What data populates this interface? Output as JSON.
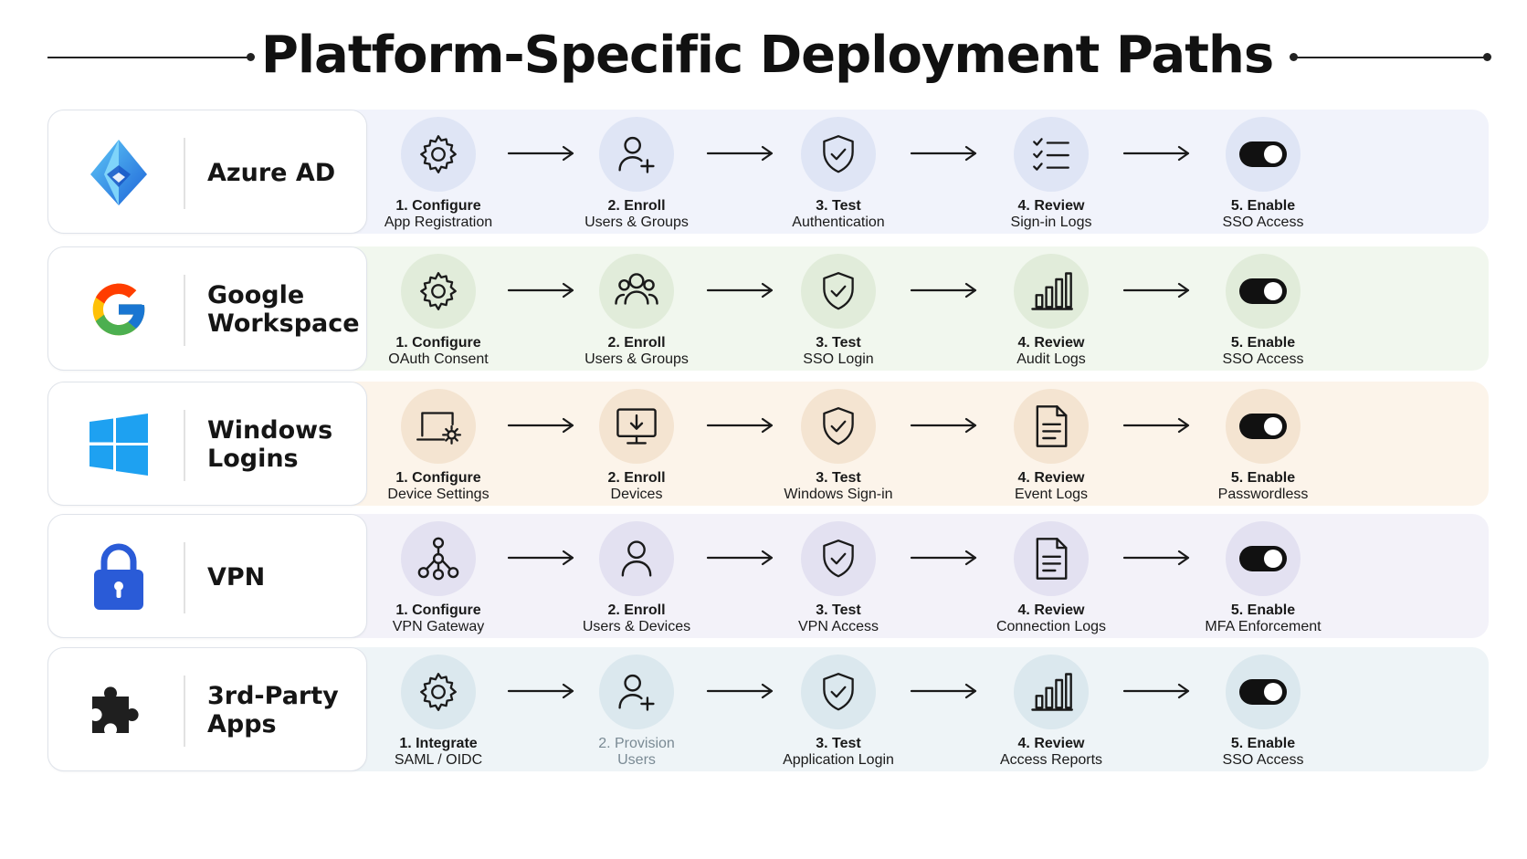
{
  "title": "Platform-Specific Deployment Paths",
  "rows": [
    {
      "platform": "Azure AD",
      "logo": "azure-ad-logo",
      "bg": "#f1f3fb",
      "circle": "#dfe5f5",
      "steps": [
        {
          "title": "1. Configure",
          "sub": "App Registration",
          "icon": "gear-icon"
        },
        {
          "title": "2. Enroll",
          "sub": "Users & Groups",
          "icon": "user-add-icon"
        },
        {
          "title": "3. Test",
          "sub": "Authentication",
          "icon": "shield-check-icon"
        },
        {
          "title": "4. Review",
          "sub": "Sign-in Logs",
          "icon": "checklist-icon"
        },
        {
          "title": "5. Enable",
          "sub": "SSO Access",
          "icon": "toggle-icon"
        }
      ]
    },
    {
      "platform": "Google\nWorkspace",
      "logo": "google-logo",
      "bg": "#f1f7ee",
      "circle": "#e1ecda",
      "steps": [
        {
          "title": "1. Configure",
          "sub": "OAuth Consent",
          "icon": "gear-icon"
        },
        {
          "title": "2. Enroll",
          "sub": "Users & Groups",
          "icon": "users-icon"
        },
        {
          "title": "3. Test",
          "sub": "SSO Login",
          "icon": "shield-check-icon"
        },
        {
          "title": "4. Review",
          "sub": "Audit Logs",
          "icon": "bar-chart-icon"
        },
        {
          "title": "5. Enable",
          "sub": "SSO Access",
          "icon": "toggle-icon"
        }
      ]
    },
    {
      "platform": "Windows\nLogins",
      "logo": "windows-logo",
      "bg": "#fcf4ea",
      "circle": "#f4e4d1",
      "steps": [
        {
          "title": "1. Configure",
          "sub": "Device Settings",
          "icon": "laptop-gear-icon"
        },
        {
          "title": "2. Enroll",
          "sub": "Devices",
          "icon": "monitor-download-icon"
        },
        {
          "title": "3. Test",
          "sub": "Windows Sign-in",
          "icon": "shield-check-icon"
        },
        {
          "title": "4. Review",
          "sub": "Event Logs",
          "icon": "document-icon"
        },
        {
          "title": "5. Enable",
          "sub": "Passwordless",
          "icon": "toggle-icon"
        }
      ]
    },
    {
      "platform": "VPN",
      "logo": "padlock-logo",
      "bg": "#f3f2f9",
      "circle": "#e3e1f1",
      "steps": [
        {
          "title": "1. Configure",
          "sub": "VPN Gateway",
          "icon": "network-icon"
        },
        {
          "title": "2. Enroll",
          "sub": "Users & Devices",
          "icon": "user-icon"
        },
        {
          "title": "3. Test",
          "sub": "VPN Access",
          "icon": "shield-check-icon"
        },
        {
          "title": "4. Review",
          "sub": "Connection Logs",
          "icon": "document-icon"
        },
        {
          "title": "5. Enable",
          "sub": "MFA Enforcement",
          "icon": "toggle-icon"
        }
      ]
    },
    {
      "platform": "3rd-Party\nApps",
      "logo": "puzzle-logo",
      "bg": "#eef4f7",
      "circle": "#dbe8ee",
      "steps": [
        {
          "title": "1. Integrate",
          "sub": "SAML / OIDC",
          "icon": "gear-icon"
        },
        {
          "title": "2. Provision",
          "sub": "Users",
          "icon": "user-add-icon",
          "muted": true
        },
        {
          "title": "3. Test",
          "sub": "Application Login",
          "icon": "shield-check-icon"
        },
        {
          "title": "4. Review",
          "sub": "Access Reports",
          "icon": "bar-chart-icon"
        },
        {
          "title": "5. Enable",
          "sub": "SSO Access",
          "icon": "toggle-icon"
        }
      ]
    }
  ]
}
